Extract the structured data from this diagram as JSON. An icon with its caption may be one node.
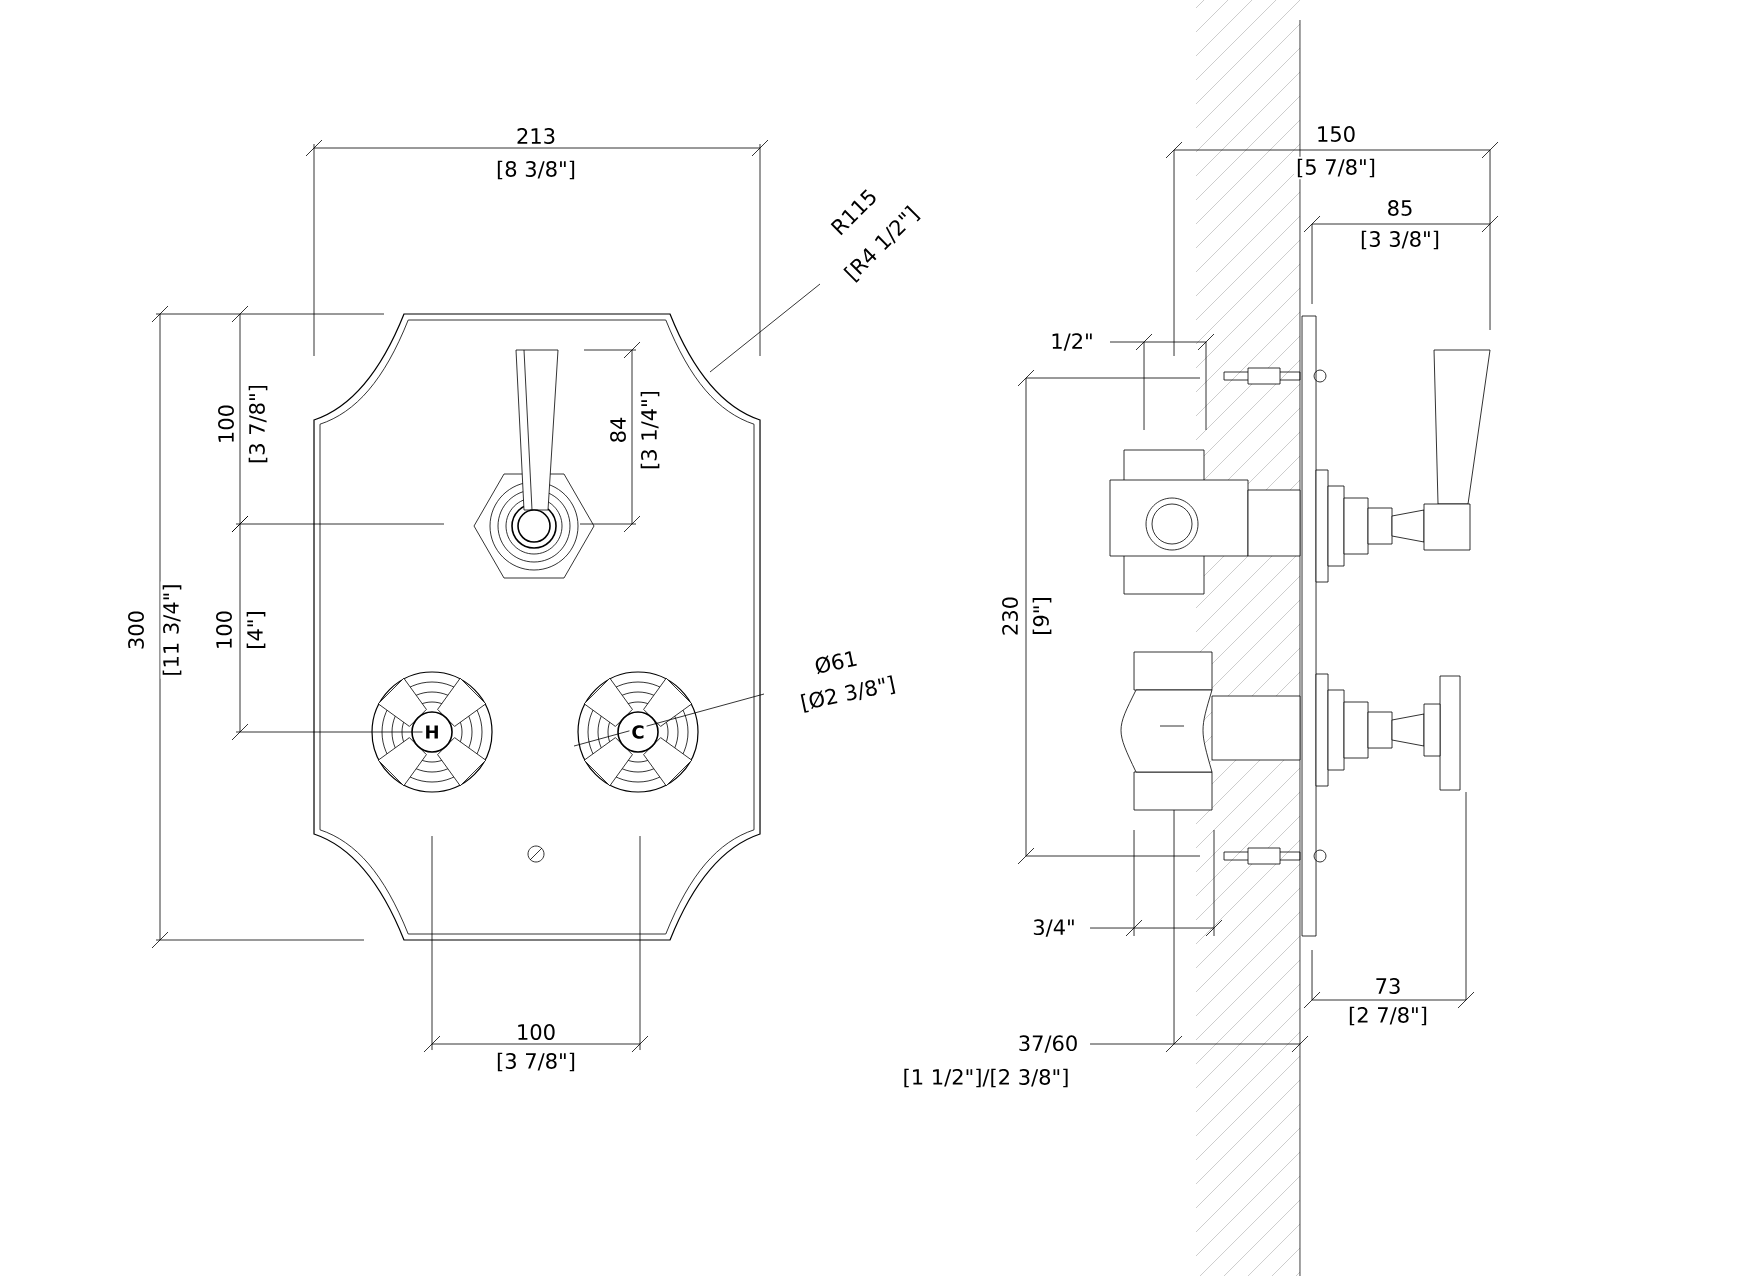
{
  "diagram": {
    "labels": [
      "213",
      "[8 3/8\"]",
      "150",
      "[5 7/8\"]",
      "85",
      "[3 3/8\"]",
      "R115",
      "[R4 1/2\"]",
      "1/2\"",
      "100",
      "[3 7/8\"]",
      "84",
      "[3 1/4\"]",
      "300",
      "[11 3/4\"]",
      "100",
      "[4\"]",
      "230",
      "[9\"]",
      "Ø61",
      "[Ø2 3/8\"]",
      "H",
      "C",
      "3/4\"",
      "73",
      "[2 7/8\"]",
      "100",
      "[3 7/8\"]",
      "37/60",
      "[1 1/2\"]/[2 3/8\"]"
    ]
  }
}
